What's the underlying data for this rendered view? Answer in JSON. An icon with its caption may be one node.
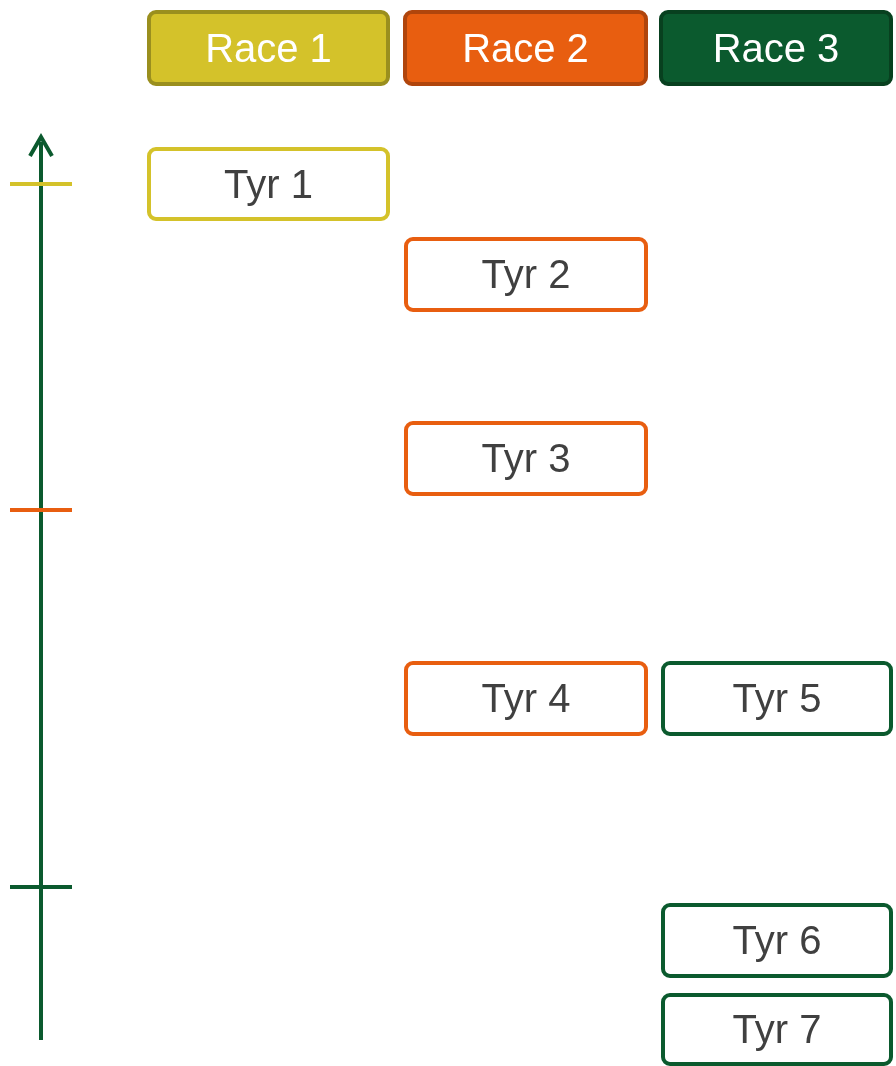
{
  "diagram": {
    "nodes": [
      {
        "text": [
          "Race 1"
        ]
      },
      {
        "text": [
          "Race 2"
        ]
      },
      {
        "text": [
          "Race 3"
        ]
      },
      {
        "text": [
          "Tyr 1"
        ]
      },
      {
        "text": [
          "Tyr 2"
        ]
      },
      {
        "text": [
          "Tyr 3"
        ]
      },
      {
        "text": [
          "Tyr 4"
        ]
      },
      {
        "text": [
          "Tyr 5"
        ]
      },
      {
        "text": [
          "Tyr 6"
        ]
      },
      {
        "text": [
          "Tyr 7"
        ]
      }
    ],
    "edges": []
  }
}
